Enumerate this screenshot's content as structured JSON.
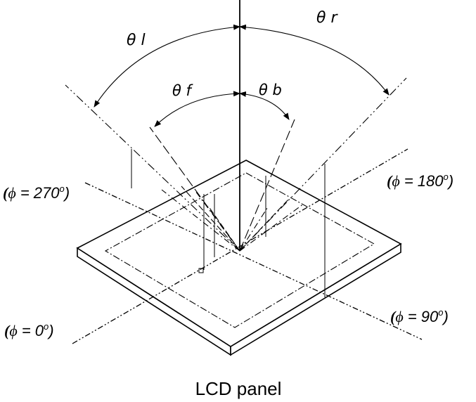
{
  "angles": {
    "theta_l": "θ l",
    "theta_r": "θ r",
    "theta_f": "θ f",
    "theta_b": "θ b"
  },
  "azimuths": {
    "phi_270": {
      "open": "(",
      "symbol": "ϕ",
      "eq": " = ",
      "value": "270",
      "deg": "o",
      "close": ")"
    },
    "phi_180": {
      "open": "(",
      "symbol": "ϕ",
      "eq": " = ",
      "value": "180",
      "deg": "o",
      "close": ")"
    },
    "phi_0": {
      "open": "(",
      "symbol": "ϕ",
      "eq": " = ",
      "value": "0",
      "deg": "o",
      "close": ")"
    },
    "phi_90": {
      "open": "(",
      "symbol": "ϕ",
      "eq": " = ",
      "value": "90",
      "deg": "o",
      "close": ")"
    }
  },
  "caption": "LCD panel"
}
